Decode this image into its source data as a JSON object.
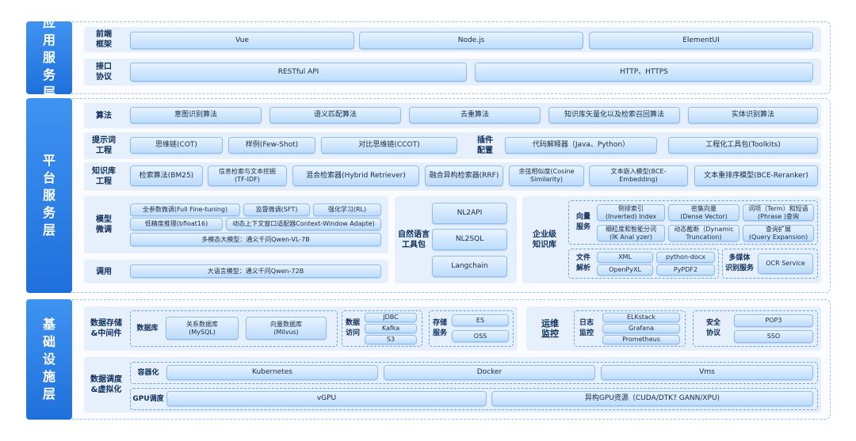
{
  "layers": {
    "app": "应用服务层",
    "platform": "平台服务层",
    "infra": "基础设施层"
  },
  "app": {
    "frontend_label": "前端\n框架",
    "frontend": [
      "Vue",
      "Node.js",
      "ElementUI"
    ],
    "api_label": "接口\n协议",
    "api": [
      "RESTful API",
      "HTTP、HTTPS"
    ]
  },
  "platform": {
    "algo_label": "算法",
    "algos": [
      "意图识别算法",
      "语义匹配算法",
      "去重算法",
      "知识库矢量化以及检索召回算法",
      "实体识别算法"
    ],
    "prompt_label": "提示词\n工程",
    "prompts": [
      "思维链(COT)",
      "样例(Few-Shot)",
      "对比思维链(CCOT)"
    ],
    "plugin_label": "插件\n配置",
    "plugins": [
      "代码解释器（Java、Python）",
      "工程化工具包(Toolkits)"
    ],
    "kb_label": "知识库\n工程",
    "kb": [
      "检索算法(BM25)",
      "信息检索与文本挖掘\n(TF-IDF)",
      "混合检索器(Hybrid Retriever)",
      "融合异构检索器(RRF)",
      "余弦相似度(Cosine\nSimilarity)",
      "文本嵌入模型(BCE-\nEmbedding)",
      "文本重排序模型(BCE-Reranker)"
    ],
    "finetune_label": "模型\n微调",
    "finetune": [
      "全参数微调(Full Fine-tuning)",
      "监督微调(SFT)",
      "强化学习(RL)",
      "低精度推理(bfloat16)",
      "动态上下文窗口适配器Context-Window Adapte)",
      "多模态大模型：通义千问Qwen-VL-7B"
    ],
    "invoke_label": "调用",
    "invoke": "大语言模型：通义千问Qwen-72B",
    "nlp_label": "自然语言\n工具包",
    "nlp": [
      "NL2API",
      "NL2SQL",
      "Langchain"
    ],
    "ekb_label": "企业级\n知识库",
    "vector_label": "向量\n服务",
    "vector": [
      "倒排索引\n(Inverted) Index",
      "密集向量\n(Dense Vector)",
      "词项（Term）和短语\n(Phrase )查询",
      "细粒度和智能分词\n(IK Anal yzer)",
      "动态截断（Dynamic\nTruncation)",
      "查询扩展\n(Query Expansion)"
    ],
    "file_label": "文件\n解析",
    "files": [
      "XML",
      "python-docx",
      "OpenPyXL",
      "PyPDF2"
    ],
    "mm_label": "多媒体\n识别服务",
    "mm": "OCR Service"
  },
  "infra": {
    "storage_label": "数据存储\n&中间件",
    "db_label": "数据库",
    "db": [
      "关系数据库\n(MySQL)",
      "向量数据库\n(Milvus)"
    ],
    "access_label": "数据\n访问",
    "access": [
      "JDBC",
      "Kafka",
      "S3"
    ],
    "store_label": "存储\n服务",
    "store": [
      "ES",
      "OSS"
    ],
    "ops_label": "运维\n监控",
    "log_label": "日志\n监控",
    "logs": [
      "ELKstack",
      "Grafana",
      "Prometheus"
    ],
    "sec_label": "安全\n协议",
    "sec": [
      "POP3",
      "SSO"
    ],
    "sched_label": "数据调度\n&虚拟化",
    "container_label": "容器化",
    "containers": [
      "Kubernetes",
      "Docker",
      "Vms"
    ],
    "gpu_label": "GPU调度",
    "gpu": [
      "vGPU",
      "异构GPU资源（CUDA/DTK?  GANN/XPU)"
    ]
  }
}
